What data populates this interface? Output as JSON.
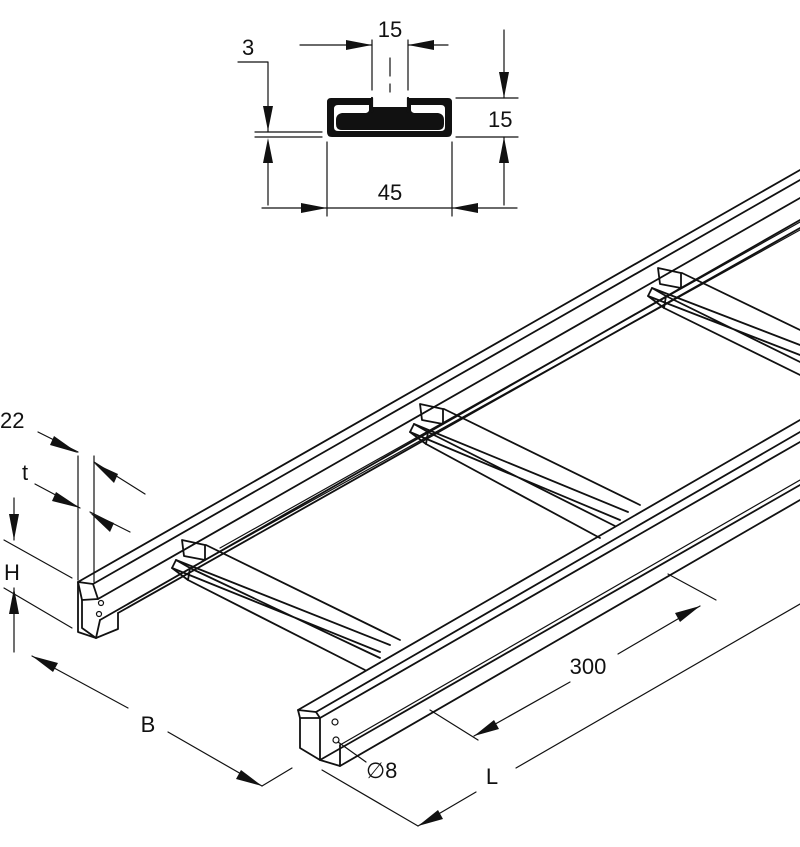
{
  "profile_detail": {
    "thickness_label": "3",
    "slot_width_label": "15",
    "height_label": "15",
    "width_label": "45"
  },
  "ladder": {
    "rung_width_label": "22",
    "thickness_label": "t",
    "height_label": "H",
    "width_label": "B",
    "rung_spacing_label": "300",
    "hole_label": "∅8",
    "length_label": "L"
  }
}
